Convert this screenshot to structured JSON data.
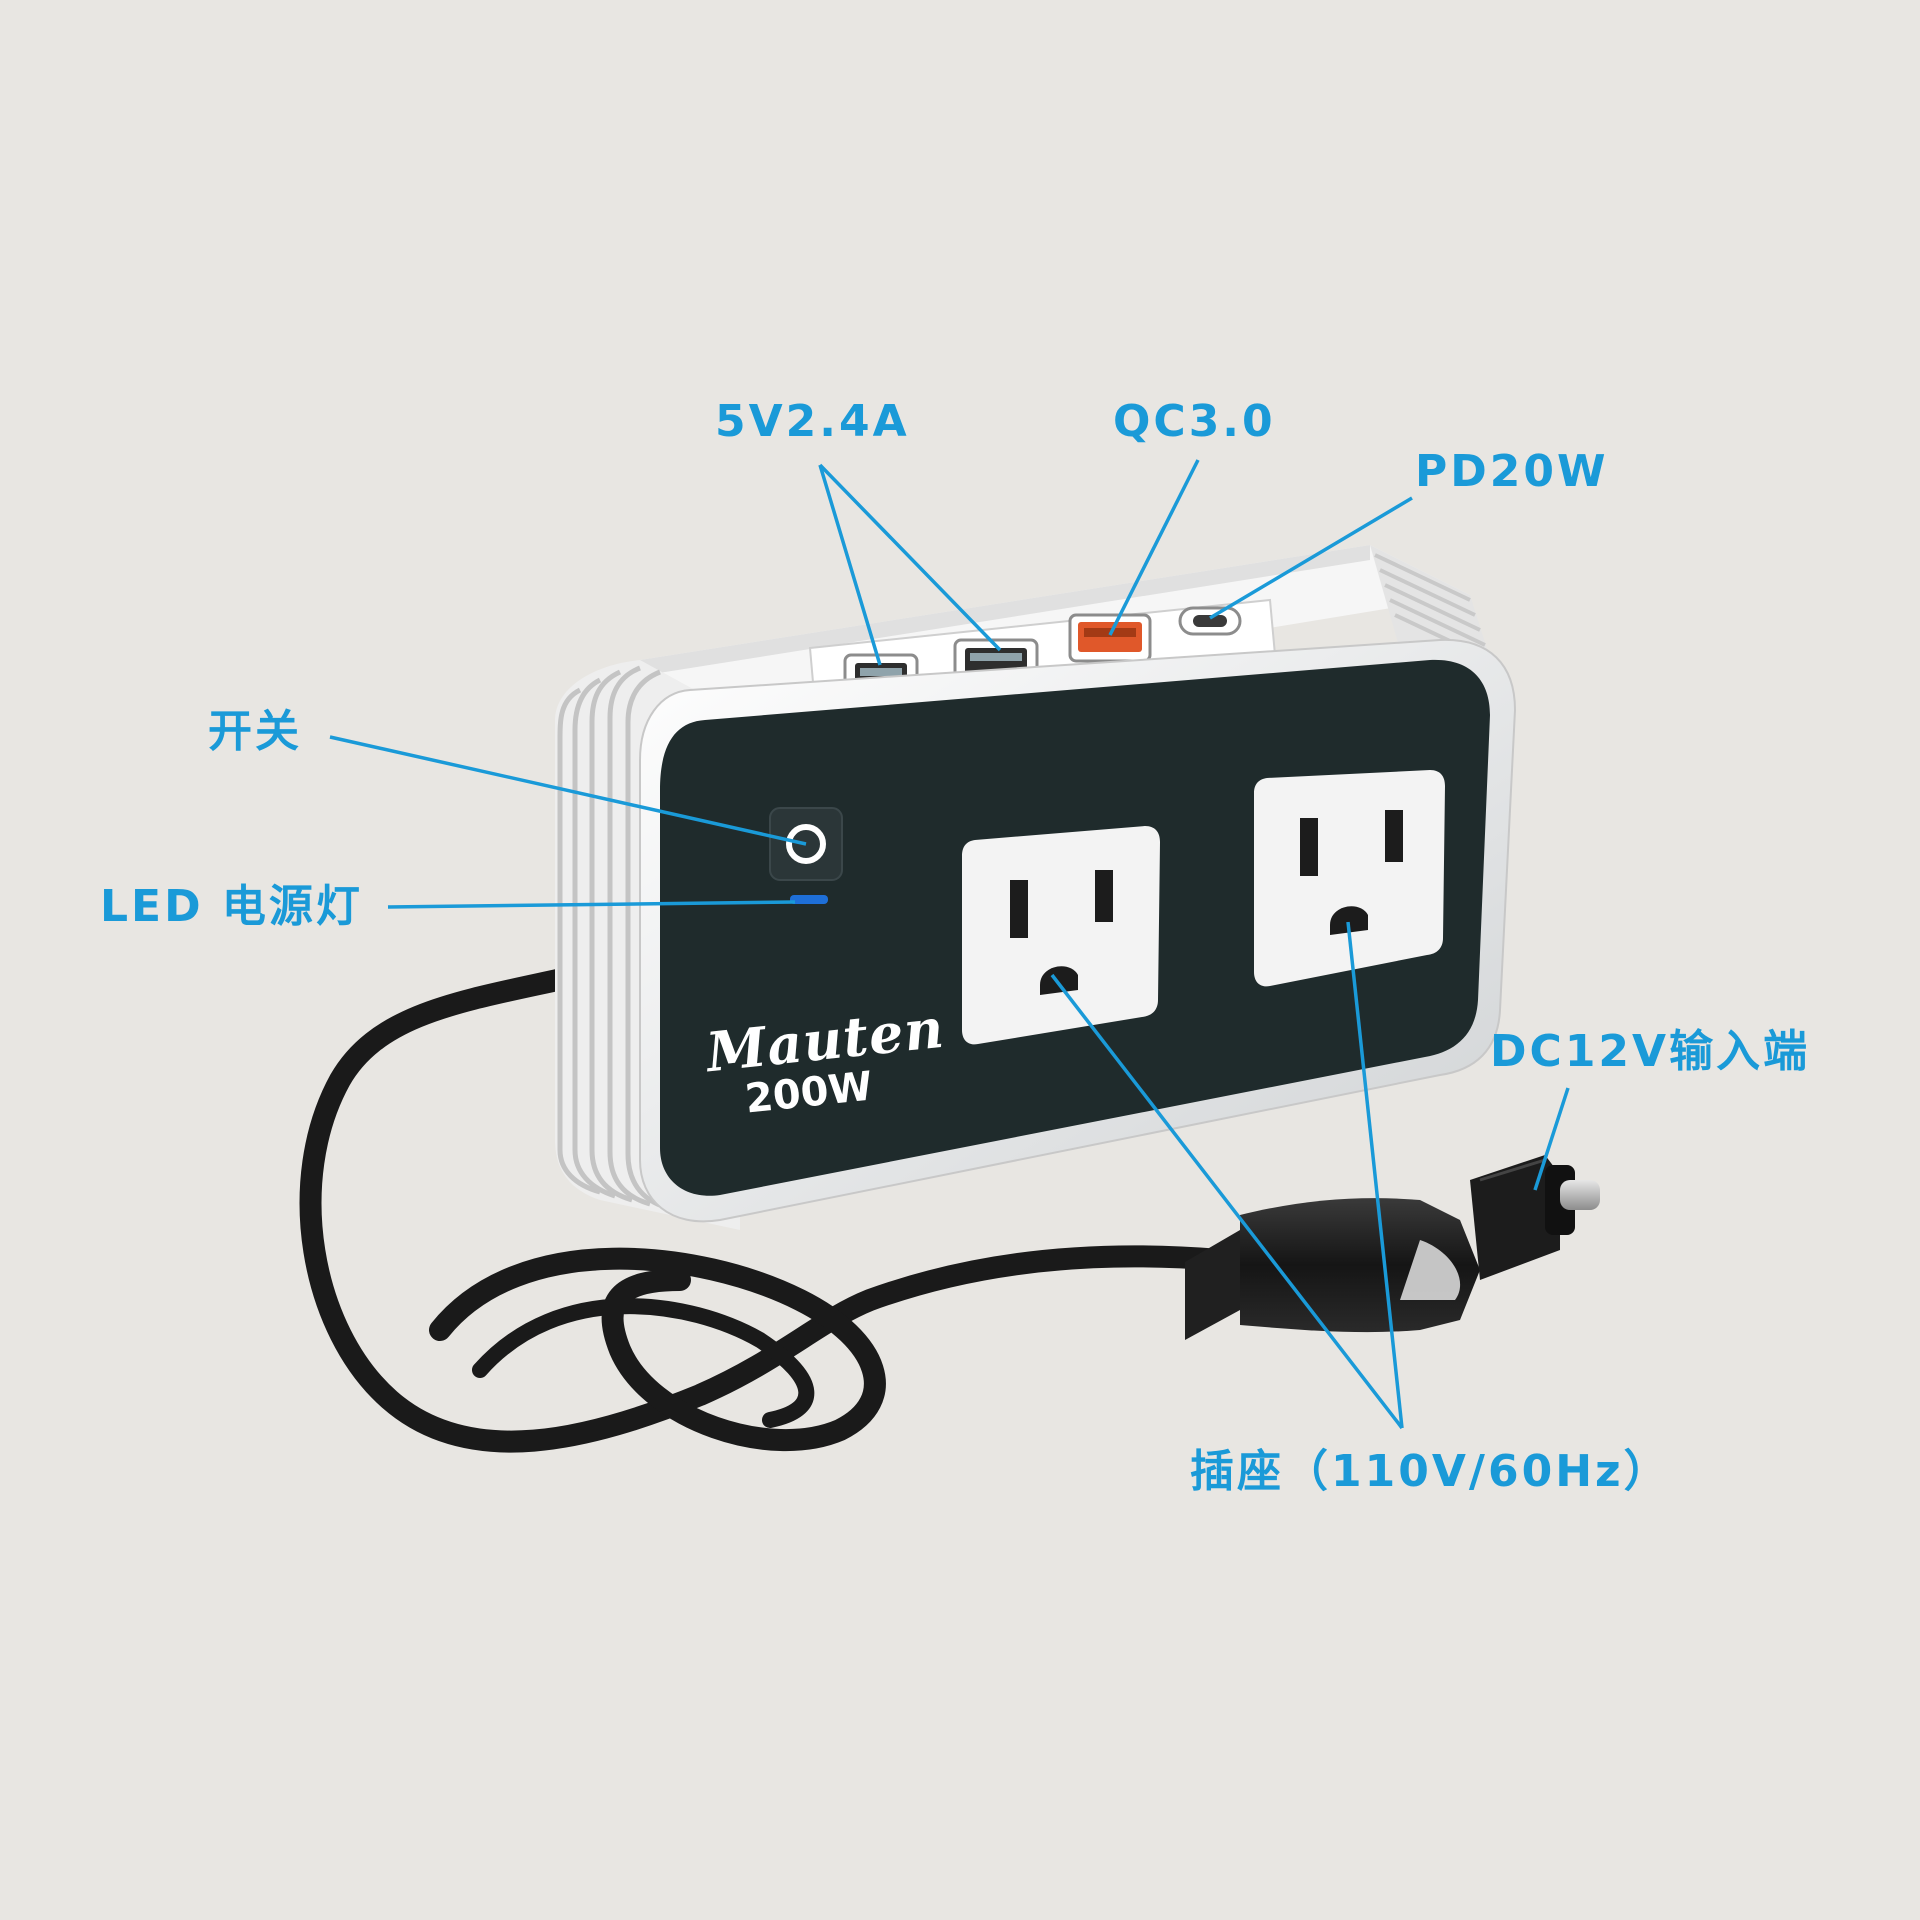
{
  "product": {
    "brand": "Mauten",
    "power_rating": "200W"
  },
  "callouts": {
    "usb_5v": "5V2.4A",
    "qc": "QC3.0",
    "pd": "PD20W",
    "switch": "开关",
    "led": "LED 电源灯",
    "dc_input": "DC12V输入端",
    "outlets": "插座（110V/60Hz）"
  },
  "colors": {
    "background": "#e8e6e2",
    "callout": "#1a9ad8",
    "front_panel": "#1f2b2c",
    "body": "#f2f2f2",
    "qc_port": "#e0582a",
    "cable": "#1a1a1a"
  }
}
